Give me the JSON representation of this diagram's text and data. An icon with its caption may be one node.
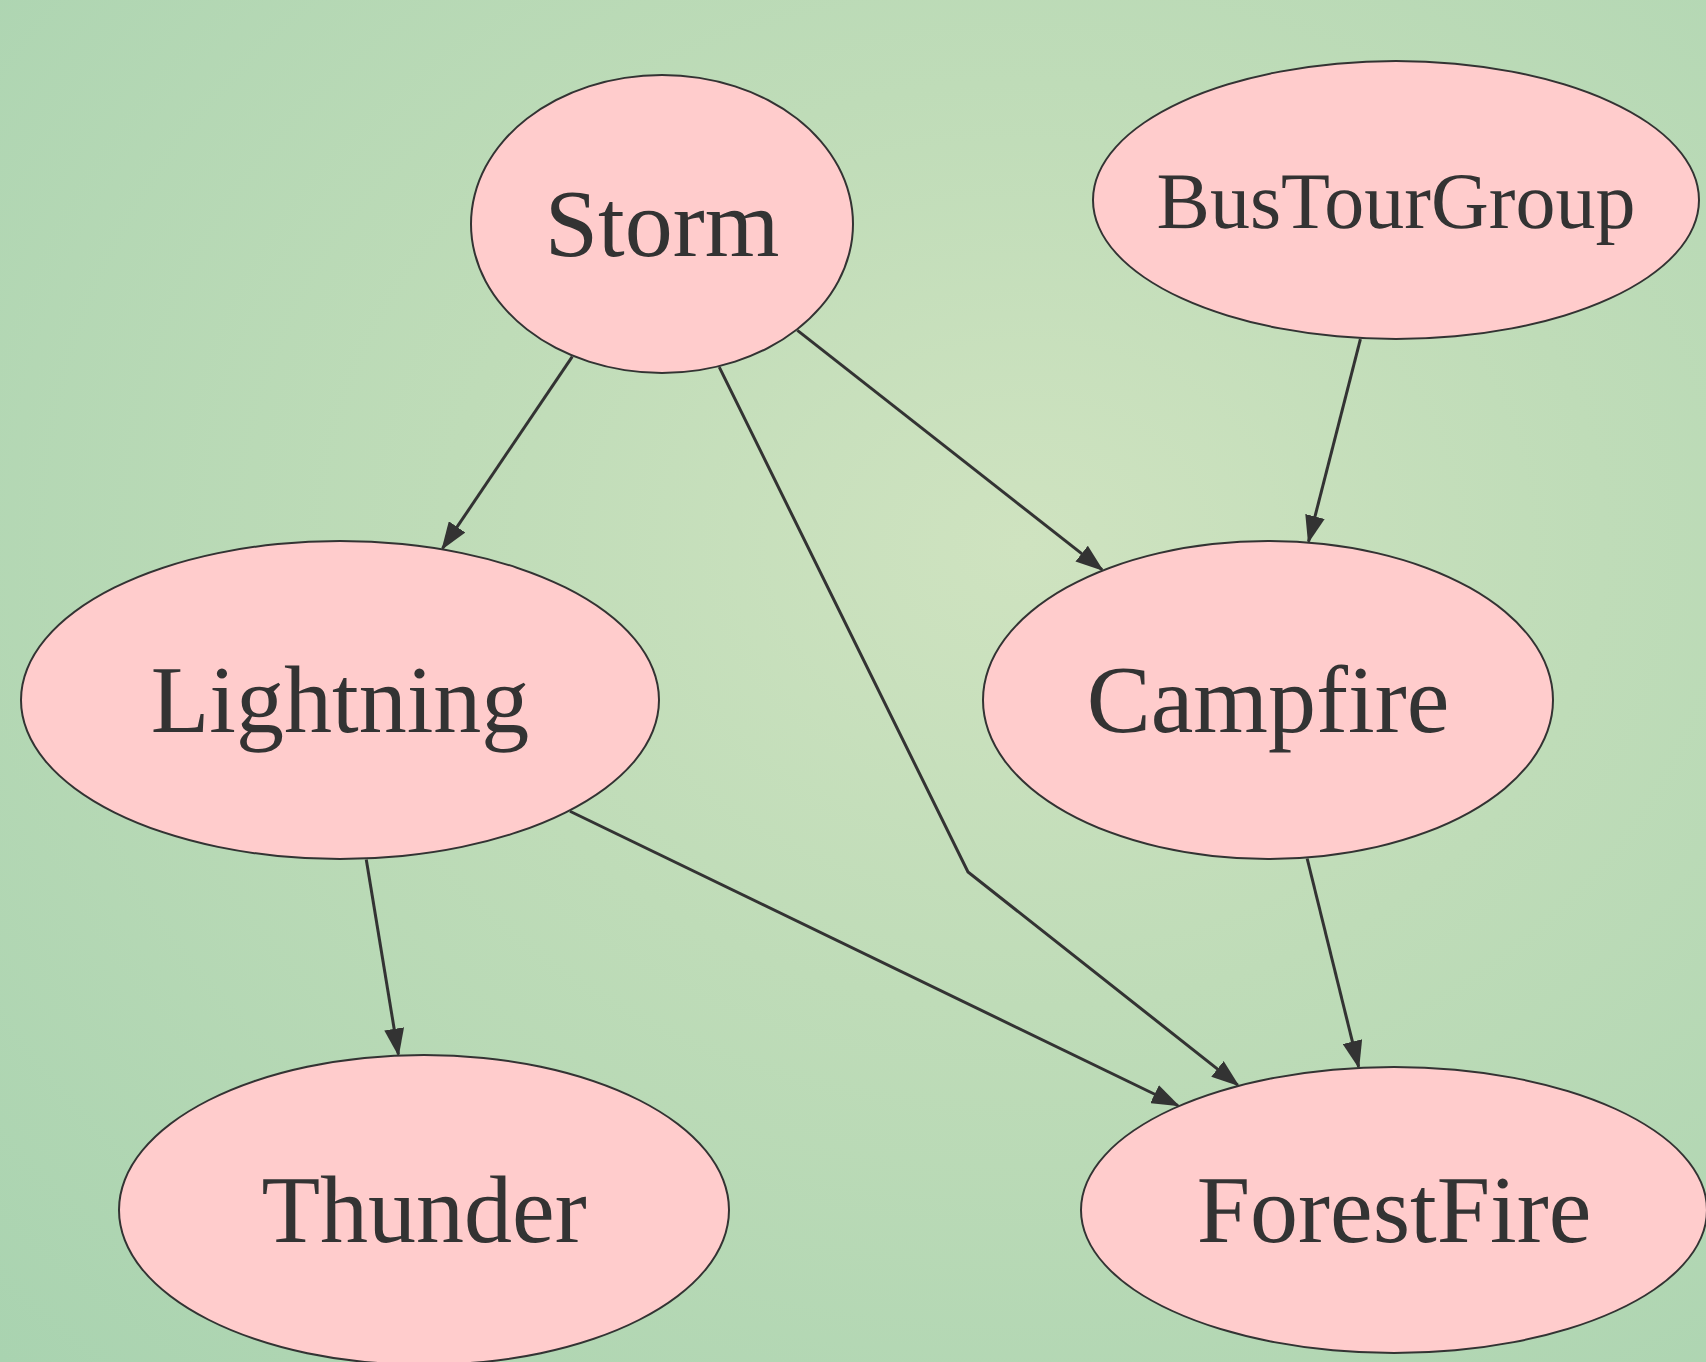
{
  "diagram": {
    "nodes": [
      {
        "text": [
          "Storm"
        ]
      },
      {
        "text": [
          "BusTourGroup"
        ]
      },
      {
        "text": [
          "Lightning"
        ]
      },
      {
        "text": [
          "Campfire"
        ]
      },
      {
        "text": [
          "Thunder"
        ]
      },
      {
        "text": [
          "ForestFire"
        ]
      }
    ],
    "edges": [
      {
        "from": 0,
        "to": 2,
        "arrow": "to"
      },
      {
        "from": 0,
        "to": 3,
        "arrow": "to"
      },
      {
        "from": 0,
        "to": 5,
        "arrow": "to"
      },
      {
        "from": 1,
        "to": 3,
        "arrow": "to"
      },
      {
        "from": 2,
        "to": 4,
        "arrow": "to"
      },
      {
        "from": 2,
        "to": 5,
        "arrow": "to"
      },
      {
        "from": 3,
        "to": 5,
        "arrow": "to"
      }
    ]
  }
}
